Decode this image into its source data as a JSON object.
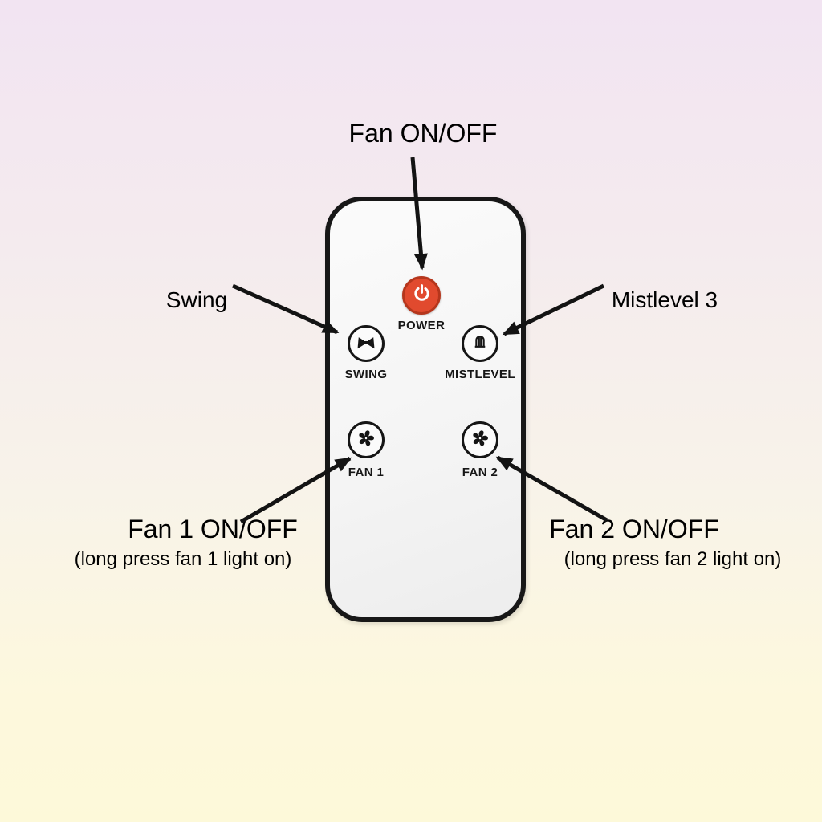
{
  "colors": {
    "power_button_red": "#e14a2e",
    "power_button_ring": "#b5361c",
    "ink": "#161616",
    "background_top": "#f2e4f2",
    "background_bottom": "#fdf9d9"
  },
  "remote": {
    "power": {
      "label": "POWER"
    },
    "swing": {
      "label": "SWING"
    },
    "mistlevel": {
      "label": "MISTLEVEL"
    },
    "fan1": {
      "label": "FAN 1"
    },
    "fan2": {
      "label": "FAN 2"
    }
  },
  "annotations": {
    "fan_onoff": "Fan ON/OFF",
    "swing": "Swing",
    "mistlevel": "Mistlevel 3",
    "fan1_title": "Fan 1 ON/OFF",
    "fan1_sub": "(long press fan 1 light on)",
    "fan2_title": "Fan 2 ON/OFF",
    "fan2_sub": "(long press fan 2 light on)"
  }
}
